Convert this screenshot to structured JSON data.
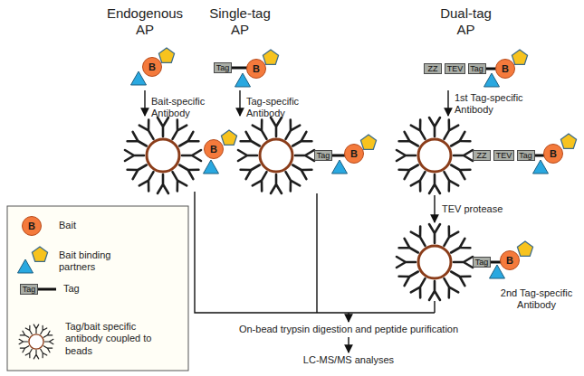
{
  "diagram": {
    "nodes": [
      {
        "text": [
          "B"
        ]
      },
      {
        "text": [
          "Tag"
        ]
      },
      {
        "text": [
          "B"
        ]
      },
      {
        "text": [
          "ZZ"
        ]
      },
      {
        "text": [
          "TEV"
        ]
      },
      {
        "text": [
          "Tag"
        ]
      },
      {
        "text": [
          "B"
        ]
      },
      {
        "text": [
          "B"
        ]
      },
      {
        "text": [
          "Tag"
        ]
      },
      {
        "text": [
          "B"
        ]
      },
      {
        "text": [
          "ZZ"
        ]
      },
      {
        "text": [
          "TEV"
        ]
      },
      {
        "text": [
          "Tag"
        ]
      },
      {
        "text": [
          "B"
        ]
      },
      {
        "text": [
          "Tag"
        ]
      },
      {
        "text": [
          "B"
        ]
      },
      {
        "text": [
          "B"
        ]
      },
      {
        "text": [
          "Tag"
        ]
      }
    ],
    "labels": [
      "Endogenous AP",
      "Single-tag AP",
      "Dual-tag AP",
      "Bait-specific Antibody",
      "Tag-specific Antibody",
      "1st Tag-specific Antibody",
      "TEV protease",
      "2nd Tag-specific Antibody",
      "On-bead trypsin digestion and peptide purification",
      "LC-MS/MS analyses"
    ],
    "legend": [
      {
        "text": "Bait"
      },
      {
        "text": "Bait binding partners"
      },
      {
        "text": "Tag"
      },
      {
        "text": "Tag/bait specific antibody coupled to beads"
      }
    ]
  }
}
